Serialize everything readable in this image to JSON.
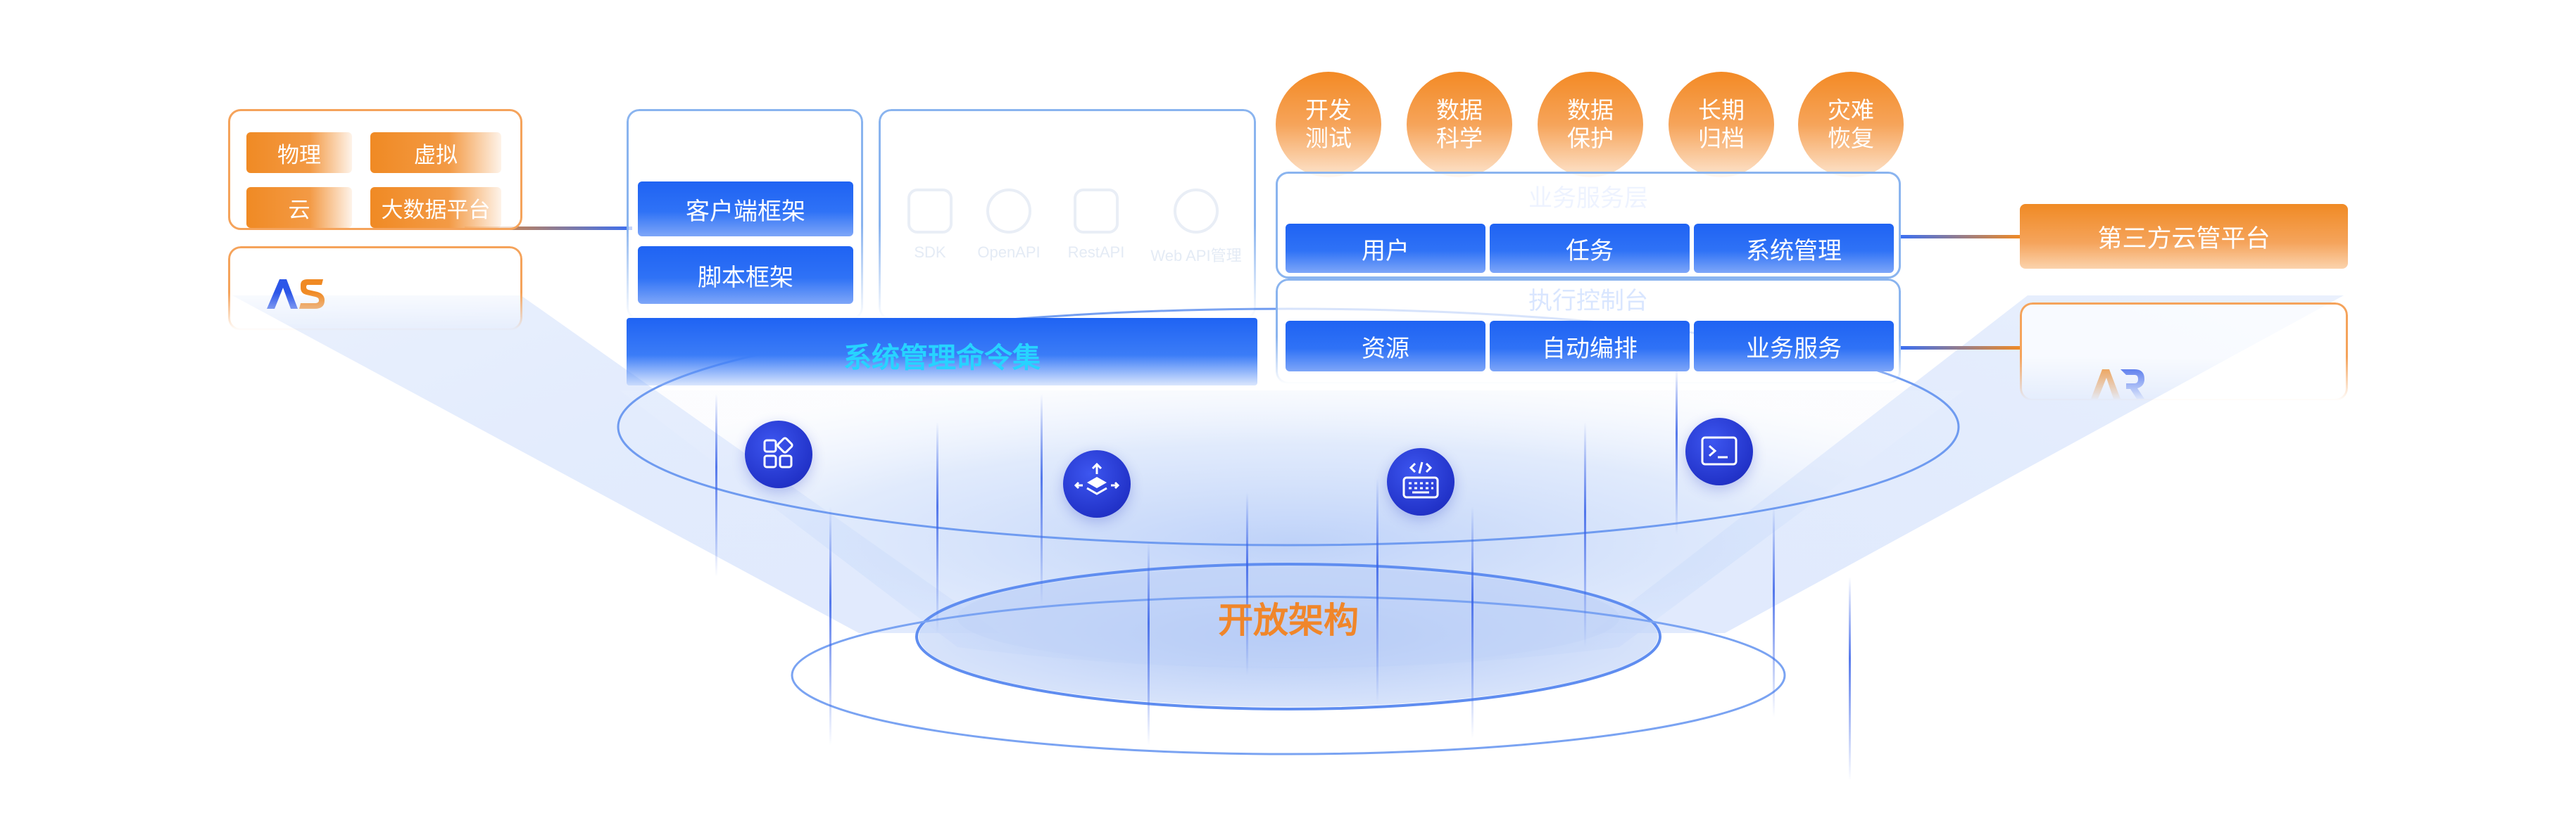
{
  "left_panel": {
    "tags": [
      "物理",
      "虚拟",
      "云",
      "大数据平台"
    ],
    "logo_text": "AS",
    "logo_icon": "as-logo-icon"
  },
  "client_panel": {
    "items": [
      "客户端框架",
      "脚本框架"
    ]
  },
  "interface_panel": {
    "tiles": [
      "SDK",
      "OpenAPI",
      "RestAPI",
      "Web API管理"
    ]
  },
  "command_bar": {
    "label": "系统管理命令集"
  },
  "scenario_circles": [
    [
      "开发",
      "测试"
    ],
    [
      "数据",
      "科学"
    ],
    [
      "数据",
      "保护"
    ],
    [
      "长期",
      "归档"
    ],
    [
      "灾难",
      "恢复"
    ]
  ],
  "service_panel": {
    "title": "业务服务层",
    "items": [
      "用户",
      "任务",
      "系统管理"
    ]
  },
  "control_panel": {
    "title": "执行控制台",
    "items": [
      "资源",
      "自动编排",
      "业务服务"
    ]
  },
  "right_panel": {
    "platform_label": "第三方云管平台",
    "logo_text": "AR",
    "logo_icon": "ar-logo-icon"
  },
  "center": {
    "label": "开放架构"
  },
  "ring_icons": [
    "apps-grid-icon",
    "layer-upload-icon",
    "code-keyboard-icon",
    "terminal-icon"
  ],
  "colors": {
    "orange": "#f08a24",
    "blue": "#1f63f3",
    "cyan": "#27d3ff",
    "ring_blue": "#6f9bf0",
    "icon_indigo": "#2233c9"
  }
}
